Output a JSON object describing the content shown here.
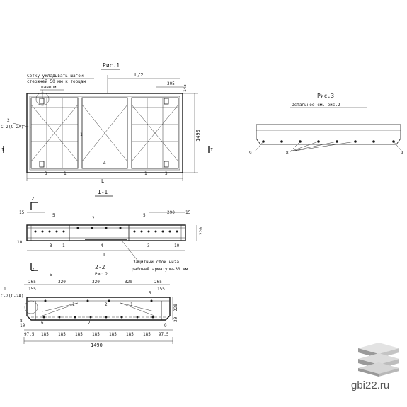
{
  "fig1": {
    "title": "Рис.1",
    "note_1": "Сетку укладывать шагом",
    "note_2": "стержней 50 мм к торцам",
    "note_3": "панели",
    "half_span": "L/2",
    "dim_305": "305",
    "dim_145": "145",
    "dim_1490": "1490",
    "dim_L": "L",
    "mark_2": "2",
    "mark_c2": "С-2(С-2А)",
    "mark_1": "1",
    "mark_3": "3",
    "mark_4": "4",
    "cut_I": "I",
    "section_title": "I-I"
  },
  "fig3": {
    "title": "Рис.3",
    "subtitle": "Остальное см. рис.2",
    "marks": [
      "9",
      "8",
      "9"
    ]
  },
  "section1": {
    "cut_2": "2",
    "d15": "15",
    "d5": "5",
    "d2": "2",
    "d290": "290",
    "d220": "220",
    "d10": "10",
    "d3": "3",
    "d1": "1",
    "d4": "4",
    "dL": "L",
    "note_1": "Защитный слой низа",
    "note_2": "рабочей арматуры-30 мм"
  },
  "section2": {
    "title": "2-2",
    "subtitle": "Рис.2",
    "top_dims": [
      "265",
      "320",
      "320",
      "320",
      "265"
    ],
    "d155": "155",
    "d5": "5",
    "d2": "2",
    "d1": "1",
    "d6": "6",
    "d7": "7",
    "d8": "8",
    "d9": "9",
    "d10": "10",
    "d220": "220",
    "d20": "20",
    "c2": "С-2(С-2А)",
    "bottom_dims": [
      "97.5",
      "185",
      "185",
      "185",
      "185",
      "185",
      "185",
      "185",
      "97.5"
    ],
    "total": "1490"
  },
  "brand": {
    "site": "gbi22.ru",
    "colors": {
      "top": "#d9d9d9",
      "side_left": "#9a9a9a",
      "side_right": "#bdbdbd"
    }
  }
}
